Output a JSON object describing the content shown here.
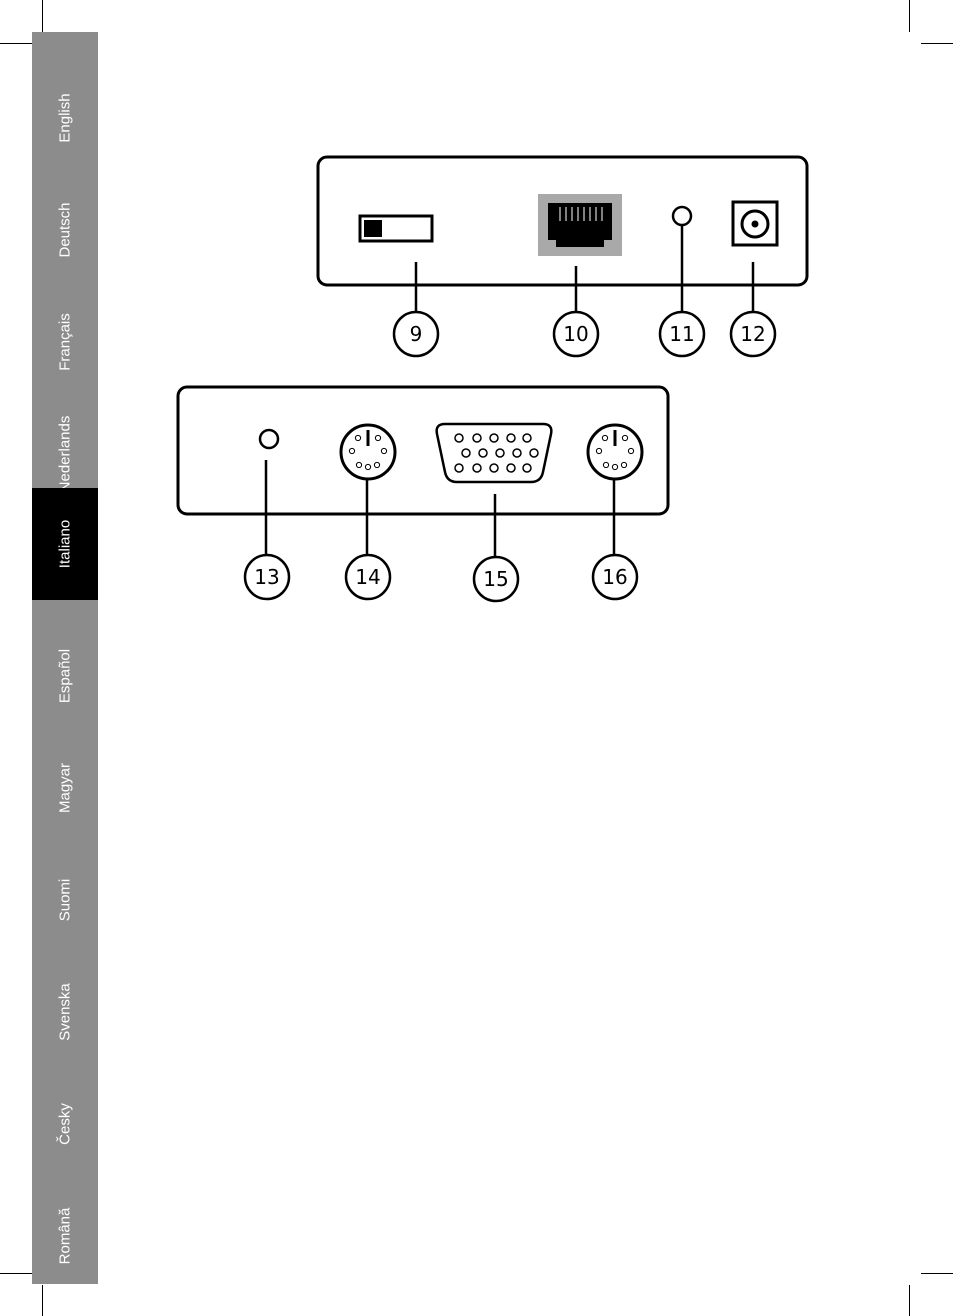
{
  "sidebar": {
    "active": "Italiano",
    "languages": [
      "English",
      "Deutsch",
      "Français",
      "Nederlands",
      "Italiano",
      "Español",
      "Magyar",
      "Suomi",
      "Svenska",
      "Česky",
      "Română"
    ]
  },
  "diagram": {
    "top_panel": {
      "callouts": [
        {
          "num": "9",
          "item": "switch-icon"
        },
        {
          "num": "10",
          "item": "rj45-port-icon"
        },
        {
          "num": "11",
          "item": "led-indicator-icon"
        },
        {
          "num": "12",
          "item": "dc-power-jack-icon"
        }
      ]
    },
    "bottom_panel": {
      "callouts": [
        {
          "num": "13",
          "item": "led-indicator-icon"
        },
        {
          "num": "14",
          "item": "ps2-port-icon"
        },
        {
          "num": "15",
          "item": "vga-port-icon"
        },
        {
          "num": "16",
          "item": "ps2-port-icon"
        }
      ]
    }
  }
}
